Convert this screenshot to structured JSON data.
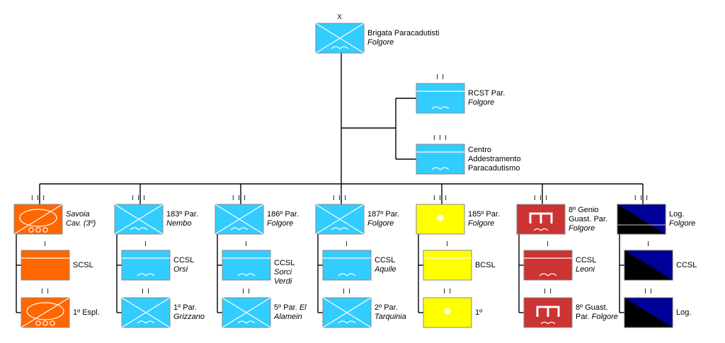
{
  "palette": {
    "infantry": "#33ccff",
    "cavalry": "#ff6600",
    "artillery": "#ffff00",
    "engineer": "#cc3333",
    "logistics_dark": "#000000",
    "logistics_blue": "#000099",
    "line": "#000000",
    "symbol_line": "#ffffff"
  },
  "units": [
    {
      "id": "brigade",
      "echelon": "X",
      "symbol": "airborne-infantry",
      "line1": "Brigata Paracadutisti",
      "line2": "Folgore",
      "line3": ""
    },
    {
      "id": "rcst",
      "echelon": "I I",
      "symbol": "airborne-recon",
      "line1": "RCST Par.",
      "line2": "Folgore",
      "line3": ""
    },
    {
      "id": "centro",
      "echelon": "I I I",
      "symbol": "airborne-recon",
      "line1": "Centro",
      "line2": "Addestramento",
      "line3": "Paracadutismo"
    },
    {
      "id": "savoia",
      "echelon": "I I I",
      "symbol": "armored-cavalry",
      "line1": "Savoia",
      "line2": "Cav. (3º)",
      "line3": ""
    },
    {
      "id": "scsl-savoia",
      "echelon": "I",
      "symbol": "cavalry-support",
      "line1": "SCSL",
      "line2": "",
      "line3": ""
    },
    {
      "id": "espl",
      "echelon": "I I",
      "symbol": "armored-cavalry",
      "line1": "1º Espl.",
      "line2": "",
      "line3": ""
    },
    {
      "id": "nembo",
      "echelon": "I I I",
      "symbol": "airborne-infantry",
      "line1": "183º Par.",
      "line2": "Nembo",
      "line3": ""
    },
    {
      "id": "ccsl-orsi",
      "echelon": "I",
      "symbol": "airborne-support",
      "line1": "CCSL",
      "line2": "Orsi",
      "line3": ""
    },
    {
      "id": "grizzano",
      "echelon": "I I",
      "symbol": "airborne-infantry",
      "line1": "1º Par.",
      "line2": "Grizzano",
      "line3": ""
    },
    {
      "id": "folgore186",
      "echelon": "I I I",
      "symbol": "airborne-infantry",
      "line1": "186º Par.",
      "line2": "Folgore",
      "line3": ""
    },
    {
      "id": "ccsl-sorci",
      "echelon": "I",
      "symbol": "airborne-support",
      "line1": "CCSL",
      "line2": "Sorci",
      "line3": "Verdi"
    },
    {
      "id": "alamein",
      "echelon": "I I",
      "symbol": "airborne-infantry",
      "line1": "5º Par. El",
      "line2": "Alamein",
      "line3": ""
    },
    {
      "id": "folgore187",
      "echelon": "I I I",
      "symbol": "airborne-infantry",
      "line1": "187º Par.",
      "line2": "Folgore",
      "line3": ""
    },
    {
      "id": "ccsl-aquile",
      "echelon": "I",
      "symbol": "airborne-support",
      "line1": "CCSL",
      "line2": "Aquile",
      "line3": ""
    },
    {
      "id": "tarquinia",
      "echelon": "I I",
      "symbol": "airborne-infantry",
      "line1": "2º Par.",
      "line2": "Tarquinia",
      "line3": ""
    },
    {
      "id": "artillery185",
      "echelon": "I I I",
      "symbol": "artillery",
      "line1": "185º Par.",
      "line2": "Folgore",
      "line3": ""
    },
    {
      "id": "bcsl",
      "echelon": "I",
      "symbol": "artillery-support",
      "line1": "BCSL",
      "line2": "",
      "line3": ""
    },
    {
      "id": "art1",
      "echelon": "I I",
      "symbol": "artillery",
      "line1": "1º",
      "line2": "",
      "line3": ""
    },
    {
      "id": "genio8",
      "echelon": "I I I",
      "symbol": "engineer",
      "line1": "8º Genio",
      "line2": "Guast. Par.",
      "line3": "Folgore"
    },
    {
      "id": "ccsl-leoni",
      "echelon": "I",
      "symbol": "engineer-support",
      "line1": "CCSL",
      "line2": "Leoni",
      "line3": ""
    },
    {
      "id": "guast8",
      "echelon": "I I",
      "symbol": "engineer",
      "line1": "8º Guast.",
      "line2": "Par. Folgore",
      "line3": ""
    },
    {
      "id": "log-folgore",
      "echelon": "I I I",
      "symbol": "logistics",
      "line1": "Log.",
      "line2": "Folgore",
      "line3": ""
    },
    {
      "id": "ccsl-log",
      "echelon": "I",
      "symbol": "logistics",
      "line1": "CCSL",
      "line2": "",
      "line3": ""
    },
    {
      "id": "log",
      "echelon": "I I",
      "symbol": "logistics",
      "line1": "Log.",
      "line2": "",
      "line3": ""
    }
  ]
}
